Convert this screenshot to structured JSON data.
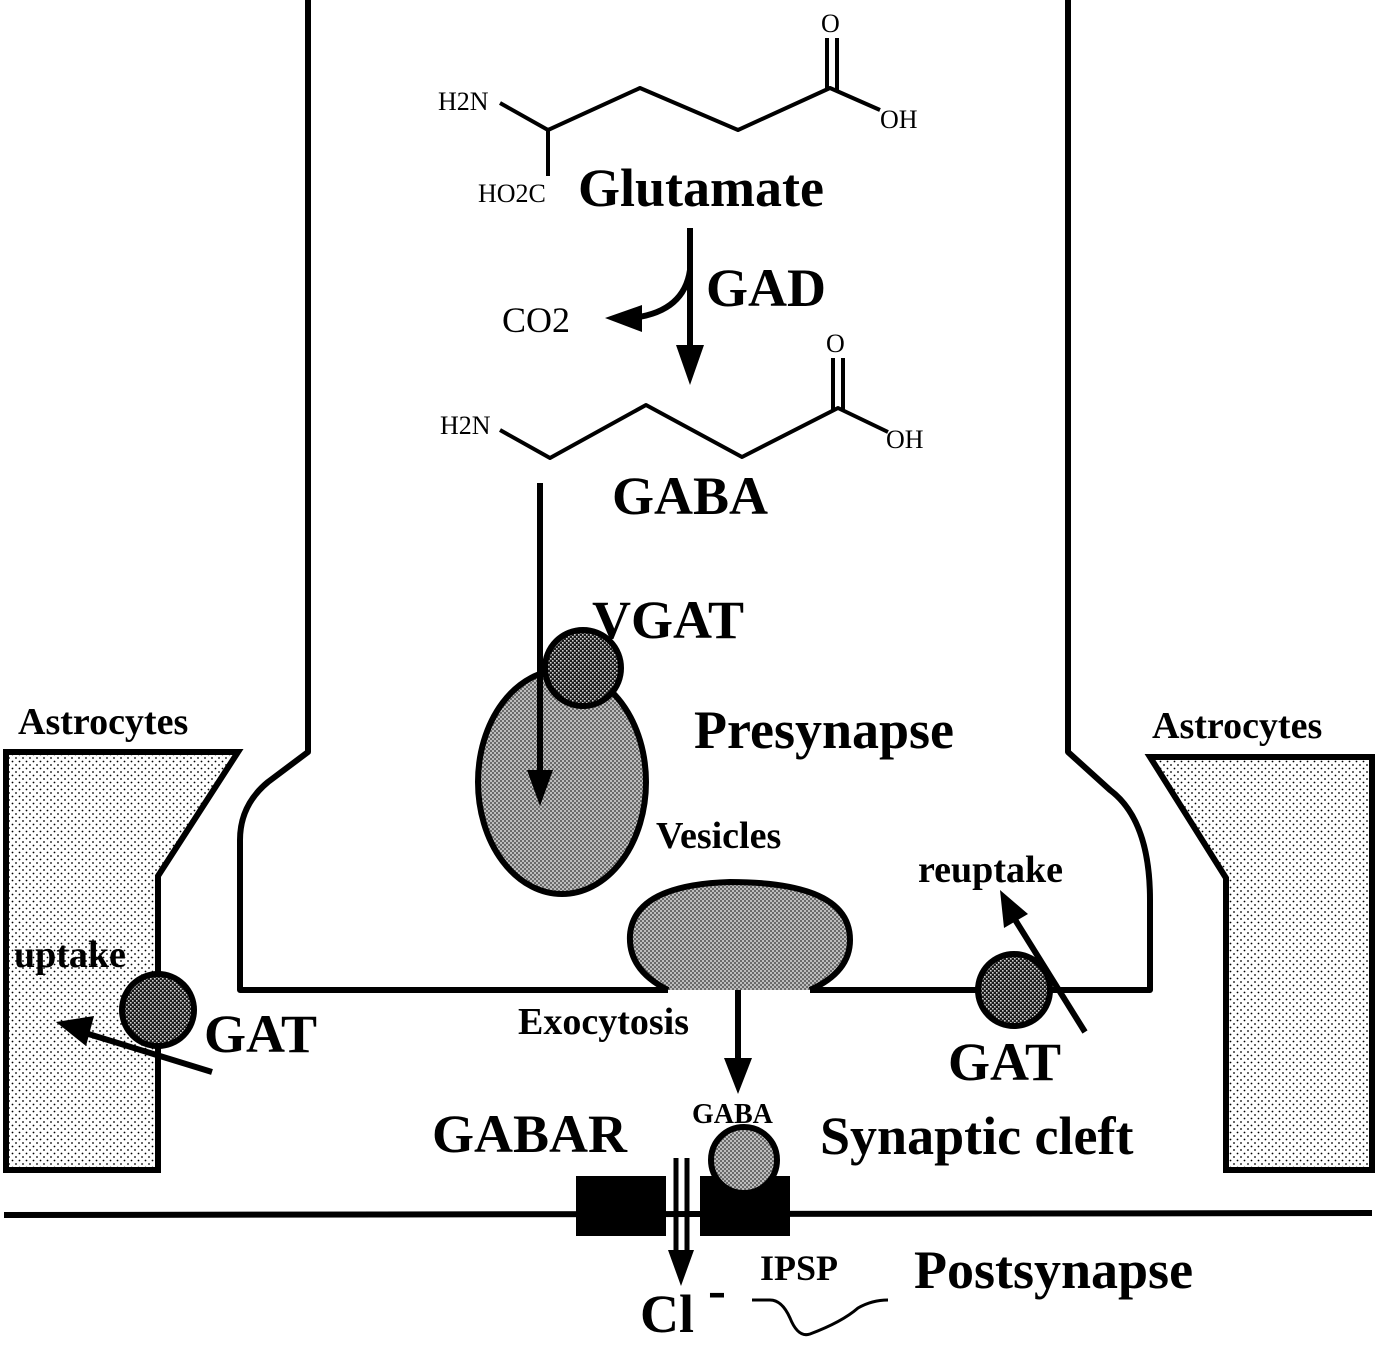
{
  "colors": {
    "line": "#000000",
    "background": "#ffffff",
    "vesicle_fill": "#9a9a9a",
    "transporter_fill": "#3a3a3a",
    "astrocyte_fill": "#d8d8d8"
  },
  "molecules": {
    "glutamate": {
      "amine": "H2N",
      "carboxyl_side": "HO2C",
      "oxygen": "O",
      "hydroxyl": "OH",
      "name": "Glutamate"
    },
    "gaba": {
      "amine": "H2N",
      "oxygen": "O",
      "hydroxyl": "OH",
      "name": "GABA"
    }
  },
  "reaction": {
    "enzyme": "GAD",
    "byproduct": "CO2"
  },
  "labels": {
    "vgat": "VGAT",
    "presynapse": "Presynapse",
    "vesicles": "Vesicles",
    "exocytosis": "Exocytosis",
    "gaba_small": "GABA",
    "gabar": "GABAR",
    "synaptic_cleft": "Synaptic cleft",
    "postsynapse": "Postsynapse",
    "ipsp": "IPSP",
    "chloride": "Cl",
    "chloride_charge": "-",
    "astrocytes_left": "Astrocytes",
    "astrocytes_right": "Astrocytes",
    "uptake": "uptake",
    "reuptake": "reuptake",
    "gat_left": "GAT",
    "gat_right": "GAT"
  }
}
